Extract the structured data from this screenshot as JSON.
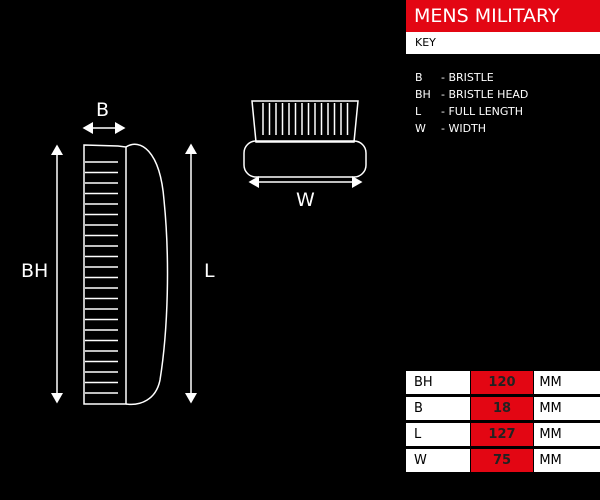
{
  "title": "MENS MILITARY",
  "key_label": "KEY",
  "legend": [
    {
      "abbr": "B",
      "desc": "- BRISTLE"
    },
    {
      "abbr": "BH",
      "desc": "- BRISTLE HEAD"
    },
    {
      "abbr": "L",
      "desc": "- FULL LENGTH"
    },
    {
      "abbr": "W",
      "desc": "- WIDTH"
    }
  ],
  "dimensions": [
    {
      "key": "BH",
      "value": "120",
      "unit": "MM"
    },
    {
      "key": "B",
      "value": "18",
      "unit": "MM"
    },
    {
      "key": "L",
      "value": "127",
      "unit": "MM"
    },
    {
      "key": "W",
      "value": "75",
      "unit": "MM"
    }
  ],
  "diagram_labels": {
    "b": "B",
    "bh": "BH",
    "l": "L",
    "w": "W"
  },
  "colors": {
    "accent": "#e30613"
  }
}
